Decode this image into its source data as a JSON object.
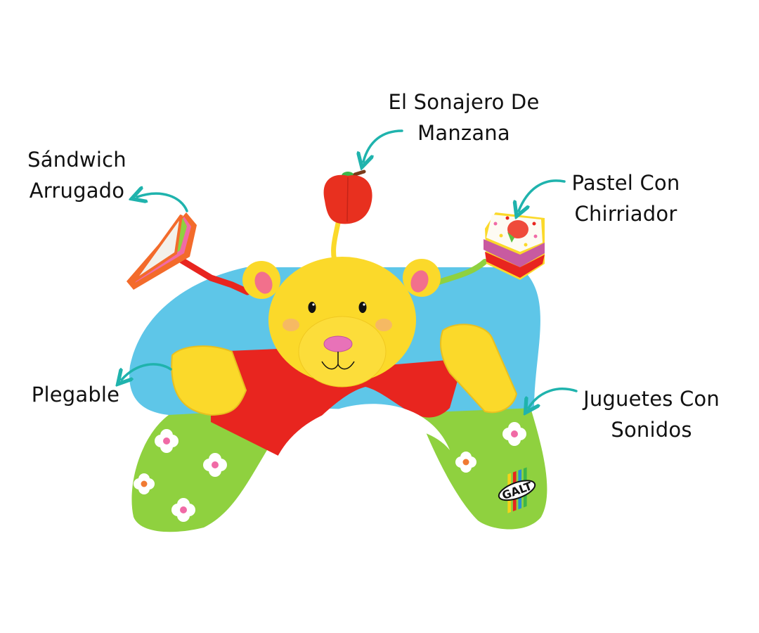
{
  "labels": {
    "apple_rattle": {
      "line1": "El Sonajero De",
      "line2": "Manzana"
    },
    "crinkle_sandwich": {
      "line1": "Sándwich",
      "line2": "Arrugado"
    },
    "squeaker_cake": {
      "line1": "Pastel Con",
      "line2": "Chirriador"
    },
    "foldable": {
      "line1": "Plegable"
    },
    "sound_toys": {
      "line1": "Juguetes Con",
      "line2": "Sonidos"
    }
  },
  "brand": {
    "logo_text": "GALT"
  },
  "colors": {
    "arrow": "#1fb3ad",
    "red": "#e8251f",
    "blue": "#5ec6e8",
    "green": "#8fd13f",
    "yellow": "#fbd92a",
    "text": "#111111"
  }
}
